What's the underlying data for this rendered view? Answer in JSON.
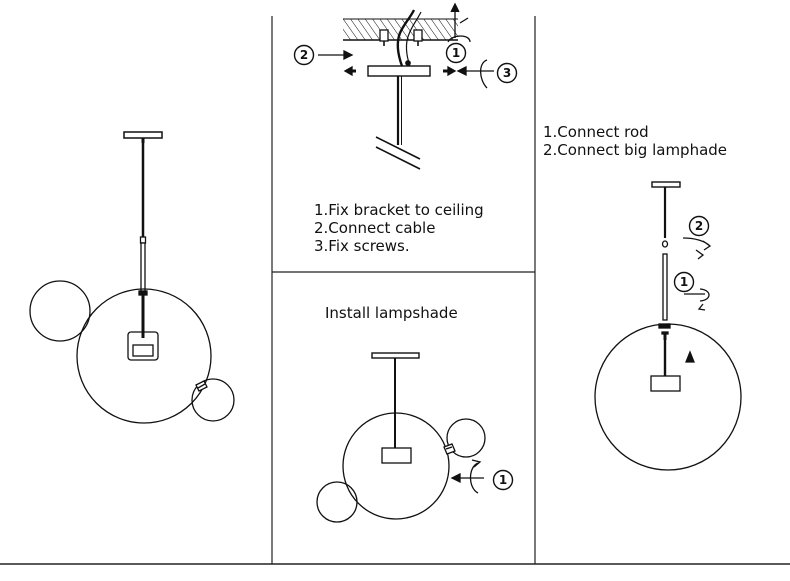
{
  "panel_middle_top": {
    "steps": [
      "1.Fix bracket to ceiling",
      "2.Connect cable",
      "3.Fix screws."
    ],
    "markers": [
      "1",
      "2",
      "3"
    ]
  },
  "panel_middle_bottom": {
    "title": "Install lampshade",
    "markers": [
      "1"
    ]
  },
  "panel_right": {
    "steps": [
      "1.Connect rod",
      "2.Connect big lamphade"
    ],
    "markers": [
      "1",
      "2"
    ]
  }
}
